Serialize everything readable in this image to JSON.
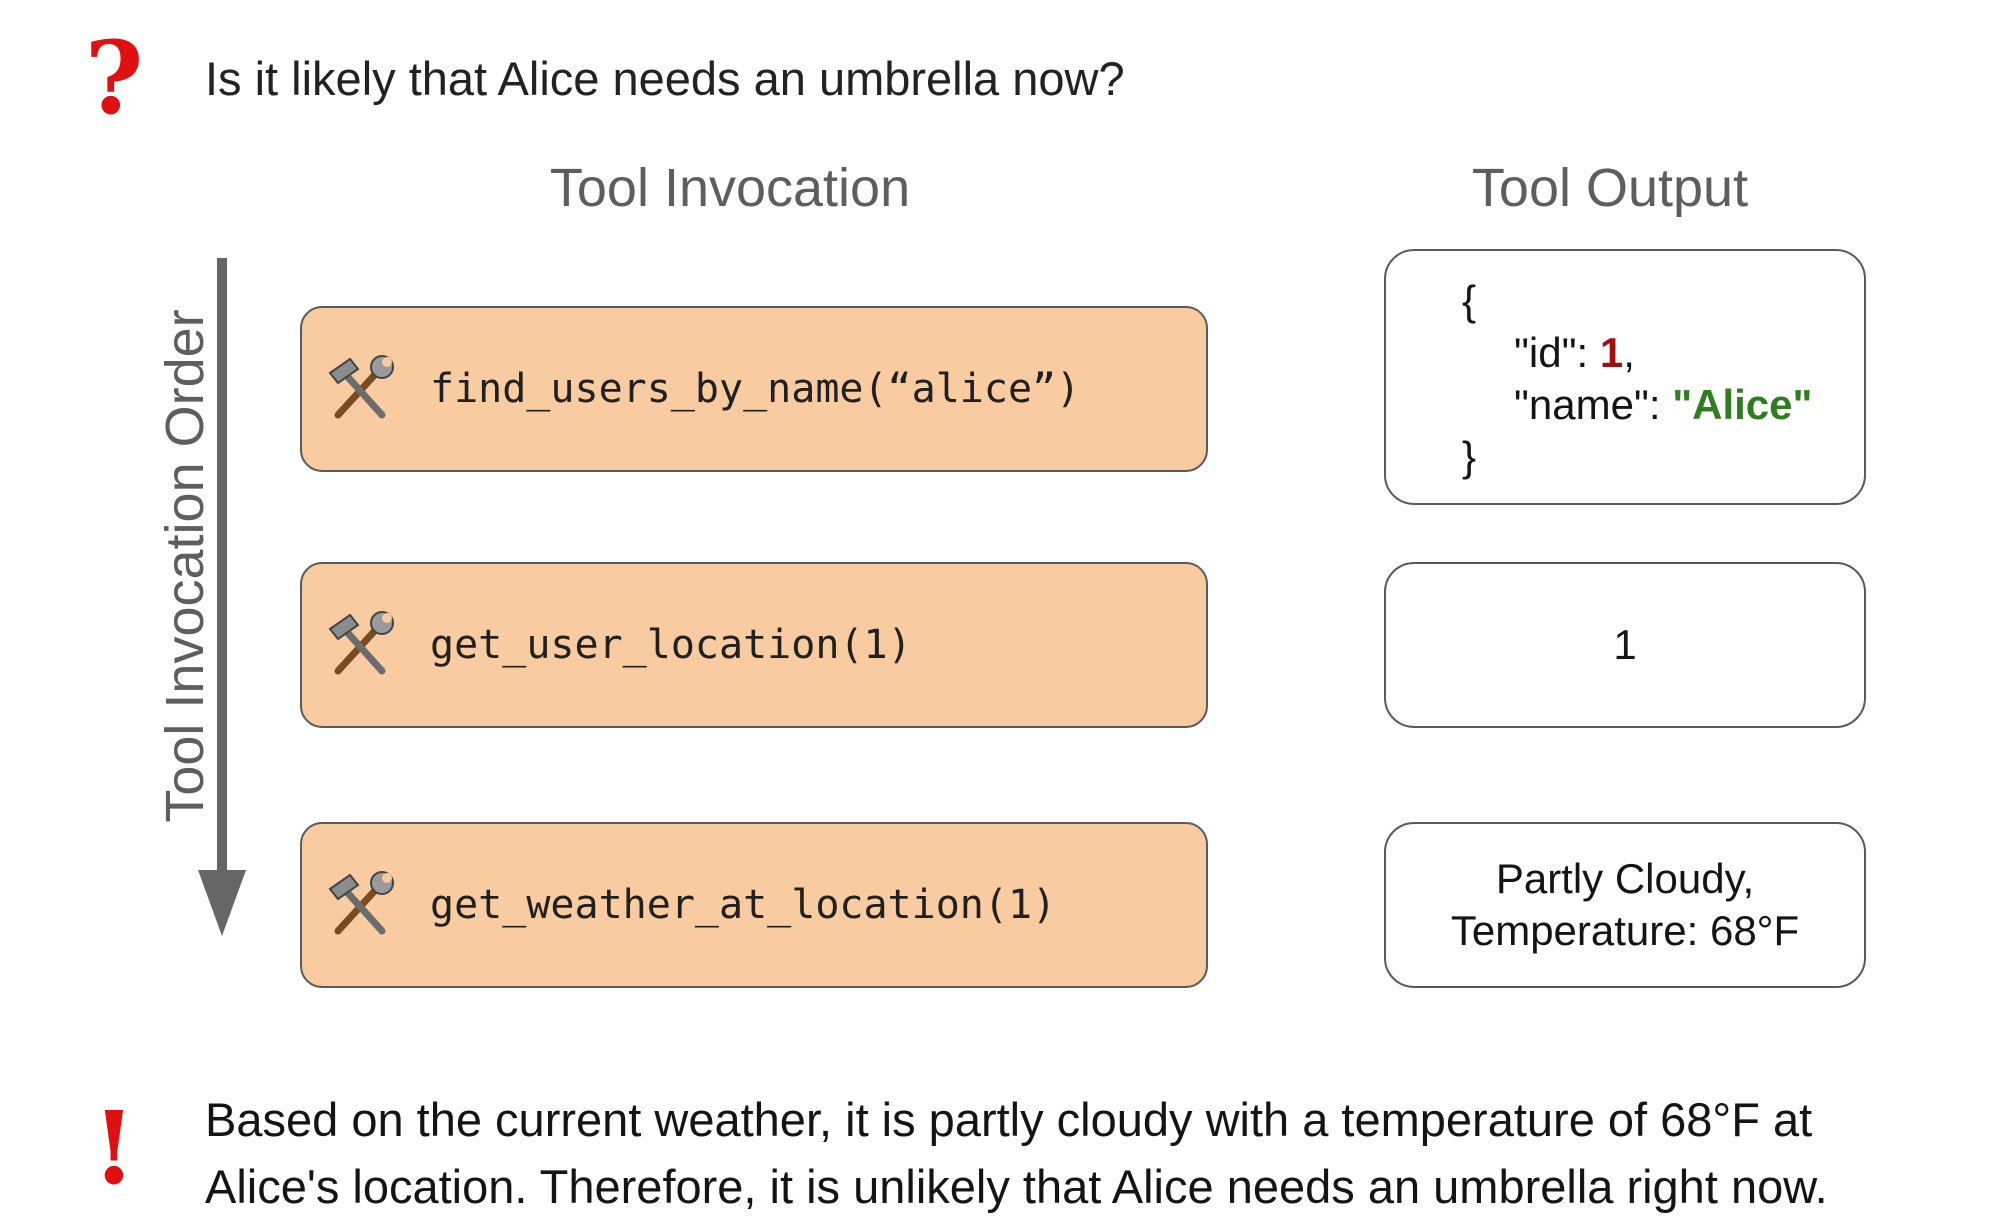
{
  "question": {
    "mark": "?",
    "text": "Is it likely that Alice needs an umbrella now?"
  },
  "headings": {
    "invocation": "Tool Invocation",
    "output": "Tool Output"
  },
  "order_label": "Tool Invocation Order",
  "invocations": [
    {
      "icon": "hammer-wrench-icon",
      "call": "find_users_by_name(“alice”)"
    },
    {
      "icon": "hammer-wrench-icon",
      "call": "get_user_location(1)"
    },
    {
      "icon": "hammer-wrench-icon",
      "call": "get_weather_at_location(1)"
    }
  ],
  "outputs": {
    "first": {
      "open_brace": "{",
      "id_key": "\"id\": ",
      "id_value": "1",
      "id_comma": ",",
      "name_key": "\"name\": ",
      "name_value": "\"Alice\"",
      "close_brace": "}"
    },
    "second": "1",
    "third": {
      "line1": "Partly Cloudy,",
      "line2": "Temperature: 68°F"
    }
  },
  "answer": {
    "mark": "!",
    "text": "Based on the current weather, it is partly cloudy with a temperature of 68°F at Alice's location. Therefore, it is unlikely that Alice needs an umbrella right now."
  },
  "colors": {
    "mark_red": "#e01010",
    "invoke_fill": "#f8cba0",
    "json_number": "#a01010",
    "json_string": "#2e7d1e",
    "heading_gray": "#5e5e5e"
  }
}
